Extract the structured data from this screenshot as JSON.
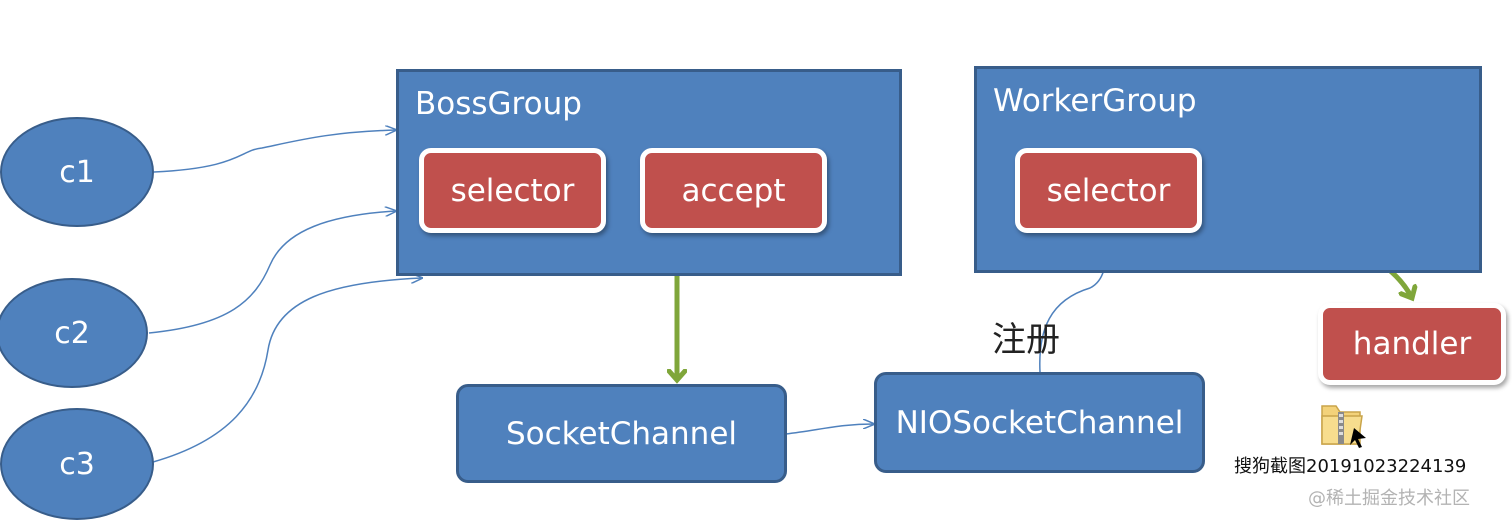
{
  "clients": [
    "c1",
    "c2",
    "c3"
  ],
  "boss_group": {
    "title": "BossGroup",
    "selector_label": "selector",
    "accept_label": "accept"
  },
  "worker_group": {
    "title": "WorkerGroup",
    "selector_label": "selector"
  },
  "handler_label": "handler",
  "socket_channel_label": "SocketChannel",
  "nio_socket_channel_label": "NIOSocketChannel",
  "register_label": "注册",
  "file": {
    "icon": "zip-folder-icon",
    "name": "搜狗截图20191023224139"
  },
  "watermark": "@稀土掘金技术社区",
  "colors": {
    "blue_fill": "#4f81bd",
    "blue_border": "#385d8a",
    "red_fill": "#c0504d",
    "green_arrow": "#7fa63a",
    "thin_line": "#4f81bd"
  }
}
